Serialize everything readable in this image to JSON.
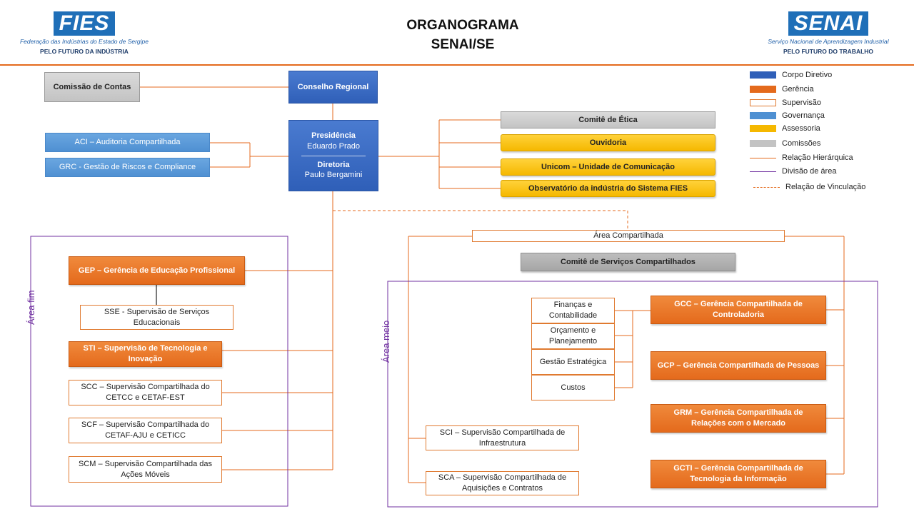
{
  "header": {
    "title_line1": "ORGANOGRAMA",
    "title_line2": "SENAI/SE",
    "left_logo": {
      "mark": "FIES",
      "subtitle": "Federação das Indústrias do Estado de Sergipe",
      "slogan": "PELO FUTURO DA INDÚSTRIA"
    },
    "right_logo": {
      "mark": "SENAI",
      "subtitle": "Serviço Nacional de Aprendizagem Industrial",
      "slogan": "PELO FUTURO DO TRABALHO"
    }
  },
  "colors": {
    "accent_orange": "#e46a1c",
    "dark_blue": "#2f5fb8",
    "light_blue": "#4f90d2",
    "yellow": "#f5b800",
    "grey": "#c3c3c3",
    "purple": "#7030a0"
  },
  "nodes": {
    "comissao_contas": "Comissão de Contas",
    "conselho_regional": "Conselho Regional",
    "presidencia_title": "Presidência",
    "presidencia_name": "Eduardo Prado",
    "diretoria_title": "Diretoria",
    "diretoria_name": "Paulo Bergamini",
    "aci": "ACI – Auditoria Compartilhada",
    "grc": "GRC - Gestão de Riscos e Compliance",
    "comite_etica": "Comitê de Ética",
    "ouvidoria": "Ouvidoria",
    "unicom": "Unicom – Unidade de Comunicação",
    "observatorio": "Observatório da indústria do Sistema FIES",
    "area_compartilhada": "Área Compartilhada",
    "comite_servicos": "Comitê de Serviços Compartilhados",
    "gep": "GEP – Gerência de Educação  Profissional",
    "sse": "SSE -  Supervisão de Serviços Educacionais",
    "sti": "STI – Supervisão  de Tecnologia  e Inovação",
    "scc": "SCC – Supervisão Compartilhada do CETCC  e  CETAF-EST",
    "scf": "SCF  – Supervisão Compartilhada do CETAF-AJU  e  CETICC",
    "scm": "SCM – Supervisão Compartilhada das Ações Móveis",
    "financas": "Finanças e Contabilidade",
    "orcamento": "Orçamento e Planejamento",
    "gestao": "Gestão Estratégica",
    "custos": "Custos",
    "gcc": "GCC – Gerência Compartilhada  de Controladoria",
    "gcp": "GCP – Gerência Compartilhada  de Pessoas",
    "grm": "GRM – Gerência Compartilhada  de Relações  com o Mercado",
    "gcti": "GCTI – Gerência Compartilhada  de Tecnologia  da Informação",
    "sci": "SCI – Supervisão Compartilhada de Infraestrutura",
    "sca": "SCA – Supervisão Compartilhada de Aquisições e Contratos"
  },
  "areas": {
    "fim": "Área fim",
    "meio": "Área meio"
  },
  "legend": [
    {
      "label": "Corpo Diretivo"
    },
    {
      "label": "Gerência"
    },
    {
      "label": "Supervisão"
    },
    {
      "label": "Governança"
    },
    {
      "label": "Assessoria"
    },
    {
      "label": "Comissões"
    },
    {
      "label": "Relação Hierárquica"
    },
    {
      "label": "Divisão de área"
    },
    {
      "label": "Relação de Vinculação"
    }
  ]
}
